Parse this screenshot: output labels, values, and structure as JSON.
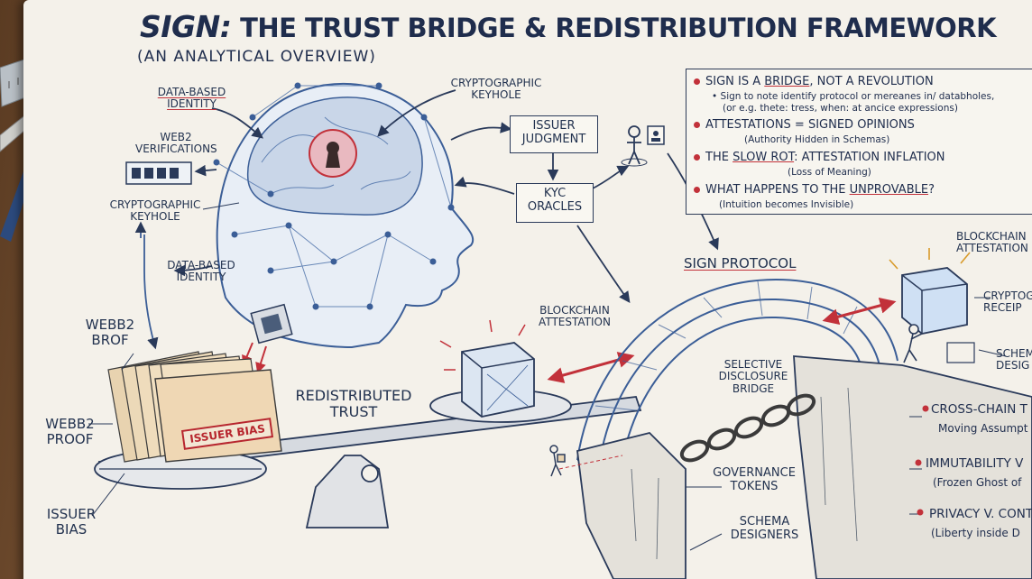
{
  "header": {
    "brand": "SIGN:",
    "title": "THE TRUST BRIDGE & REDISTRIBUTION FRAMEWORK",
    "subtitle": "(AN ANALYTICAL OVERVIEW)"
  },
  "labels": {
    "data_based_identity_top": "DATA-BASED IDENTITY",
    "web2_verifications": "WEB2 VERIFICATIONS",
    "cryptographic_keyhole_left": "CRYPTOGRAPHIC KEYHOLE",
    "data_based_identity_mid": "DATA-BASED IDENTITY",
    "webb2_brof": "WEBB2 BROF",
    "webb2_proof": "WEBB2 PROOF",
    "issuer_bias": "ISSUER BIAS",
    "cryptographic_keyhole_top": "CRYPTOGRAPHIC KEYHOLE",
    "issuer_judgment": "ISSUER JUDGMENT",
    "kyc_oracles": "KYC ORACLES",
    "sign_protocol": "SIGN PROTOCOL",
    "blockchain_attestation_mid": "BLOCKCHAIN ATTESTATION",
    "redistributed_trust": "REDISTRIBUTED TRUST",
    "selective_disclosure_bridge": "SELECTIVE DISCLOSURE BRIDGE",
    "governance_tokens": "GOVERNANCE TOKENS",
    "schema_designers": "SCHEMA DESIGNERS",
    "blockchain_attestation_right": "BLOCKCHAIN ATTESTATION",
    "cryptog_receipt": "CRYPTOG RECEIP",
    "schem_desig": "SCHEM DESIG",
    "issuer_bias_stamp": "ISSUER BIAS"
  },
  "panel": {
    "items": [
      {
        "head_pre": "SIGN IS A ",
        "head_word": "BRIDGE",
        "head_post": ", NOT A REVOLUTION",
        "sub1": "• Sign to note identify protocol or mereanes in/ databholes,",
        "sub2": "(or e.g. thete: tress, when: at ancice expressions)"
      },
      {
        "head_pre": "ATTESTATIONS = SIGNED OPINIONS",
        "head_word": "",
        "head_post": "",
        "sub1": "(Authority Hidden in Schemas)",
        "sub2": ""
      },
      {
        "head_pre": "THE ",
        "head_word": "SLOW ROT",
        "head_post": ": ATTESTATION INFLATION",
        "sub1": "(Loss of Meaning)",
        "sub2": ""
      },
      {
        "head_pre": "WHAT HAPPENS TO THE ",
        "head_word": "UNPROVABLE",
        "head_post": "?",
        "sub1": "(Intuition becomes Invisible)",
        "sub2": ""
      }
    ]
  },
  "right_list": {
    "items": [
      {
        "head": "CROSS-CHAIN T",
        "sub": "Moving Assumpt"
      },
      {
        "head": "IMMUTABILITY V",
        "sub": "(Frozen Ghost of"
      },
      {
        "head": "PRIVACY V. CONT",
        "sub": "(Liberty inside D"
      }
    ]
  },
  "colors": {
    "ink": "#22324f",
    "accent": "#b7262e",
    "line": "#3b5e97"
  },
  "icons": [
    "keyhole-icon",
    "brain-network-icon",
    "chip-icon",
    "folder-stack-icon",
    "cube-icon",
    "person-icon",
    "id-card-icon",
    "chain-icon"
  ]
}
